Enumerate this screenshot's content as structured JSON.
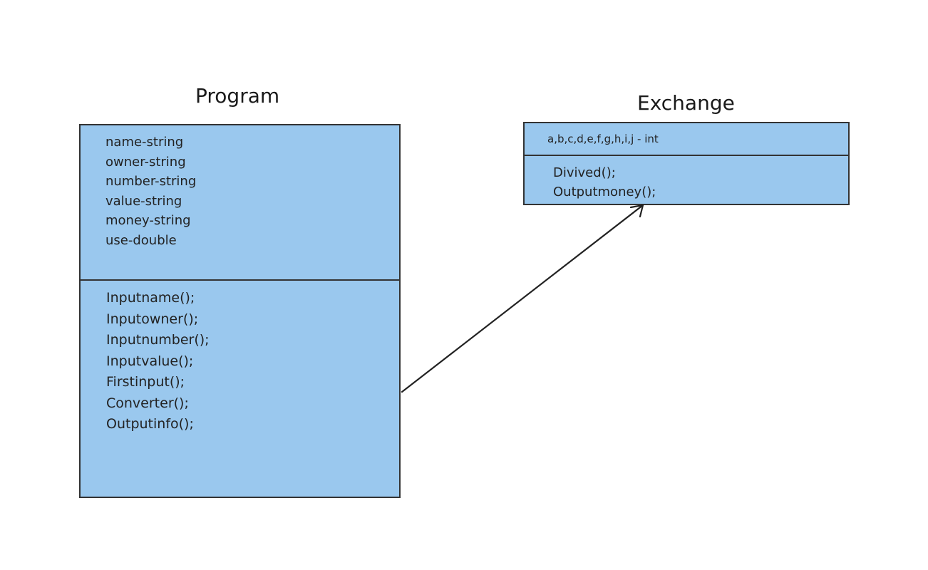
{
  "classes": {
    "program": {
      "name": "Program",
      "attributes": [
        "name-string",
        "owner-string",
        "number-string",
        "value-string",
        "money-string",
        "use-double"
      ],
      "methods": [
        "Inputname();",
        "Inputowner();",
        "Inputnumber();",
        "Inputvalue();",
        "Firstinput();",
        "Converter();",
        "Outputinfo();"
      ]
    },
    "exchange": {
      "name": "Exchange",
      "attributes": [
        "a,b,c,d,e,f,g,h,i,j - int"
      ],
      "methods": [
        "Divived();",
        "Outputmoney();"
      ]
    }
  },
  "colors": {
    "box_fill": "#9ac8ee",
    "border": "#333333",
    "arrow": "#222222"
  },
  "relationships": [
    {
      "from": "program",
      "to": "exchange",
      "type": "directed-association"
    }
  ]
}
